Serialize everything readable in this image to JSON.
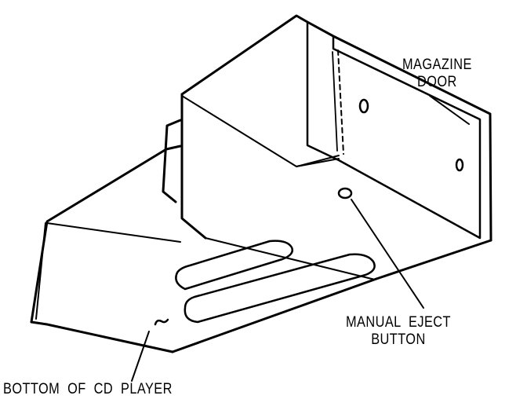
{
  "labels": {
    "magazine_door": {
      "line1": "MAGAZINE",
      "line2": "DOOR"
    },
    "manual_eject": {
      "line1": "MANUAL  EJECT",
      "line2": "BUTTON"
    },
    "bottom_of_player": "BOTTOM  OF  CD  PLAYER"
  },
  "colors": {
    "ink": "#000000",
    "paper": "#ffffff"
  }
}
